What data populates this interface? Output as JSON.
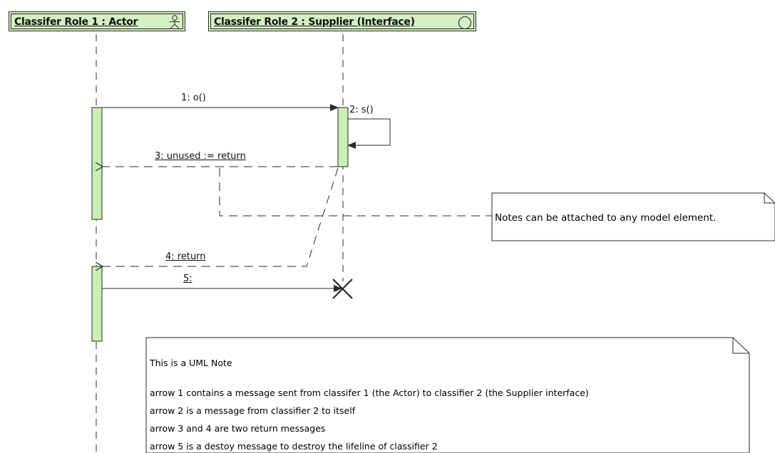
{
  "participants": [
    {
      "prefix": "Classifer Role 1",
      "sep": " : ",
      "type": "Actor",
      "icon": "actor-icon"
    },
    {
      "prefix": "Classifer Role 2",
      "sep": " : ",
      "type": "Supplier (Interface)",
      "icon": "interface-circle-icon"
    }
  ],
  "messages": [
    {
      "label": "1: o()",
      "kind": "synchronous-call"
    },
    {
      "label": "2: s()",
      "kind": "self-call"
    },
    {
      "label": "3: unused := return",
      "kind": "return"
    },
    {
      "label": "4: return",
      "kind": "return"
    },
    {
      "label": "5:",
      "kind": "destroy"
    }
  ],
  "notes": {
    "small": "Notes can be attached to any model element.",
    "large": {
      "title": "This is a UML Note",
      "lines": [
        "arrow 1 contains a message sent from classifer 1 (the Actor) to classifier 2 (the Supplier interface)",
        "arrow 2 is a message from classifier 2 to itself",
        "arrow 3 and 4 are two return messages",
        "arrow 5 is a destoy message to destroy the lifeline of classifier 2"
      ]
    }
  },
  "colors": {
    "header_fill": "#d4f0c4",
    "activation_fill": "#c8f0b4",
    "line": "#2a2a2a"
  }
}
